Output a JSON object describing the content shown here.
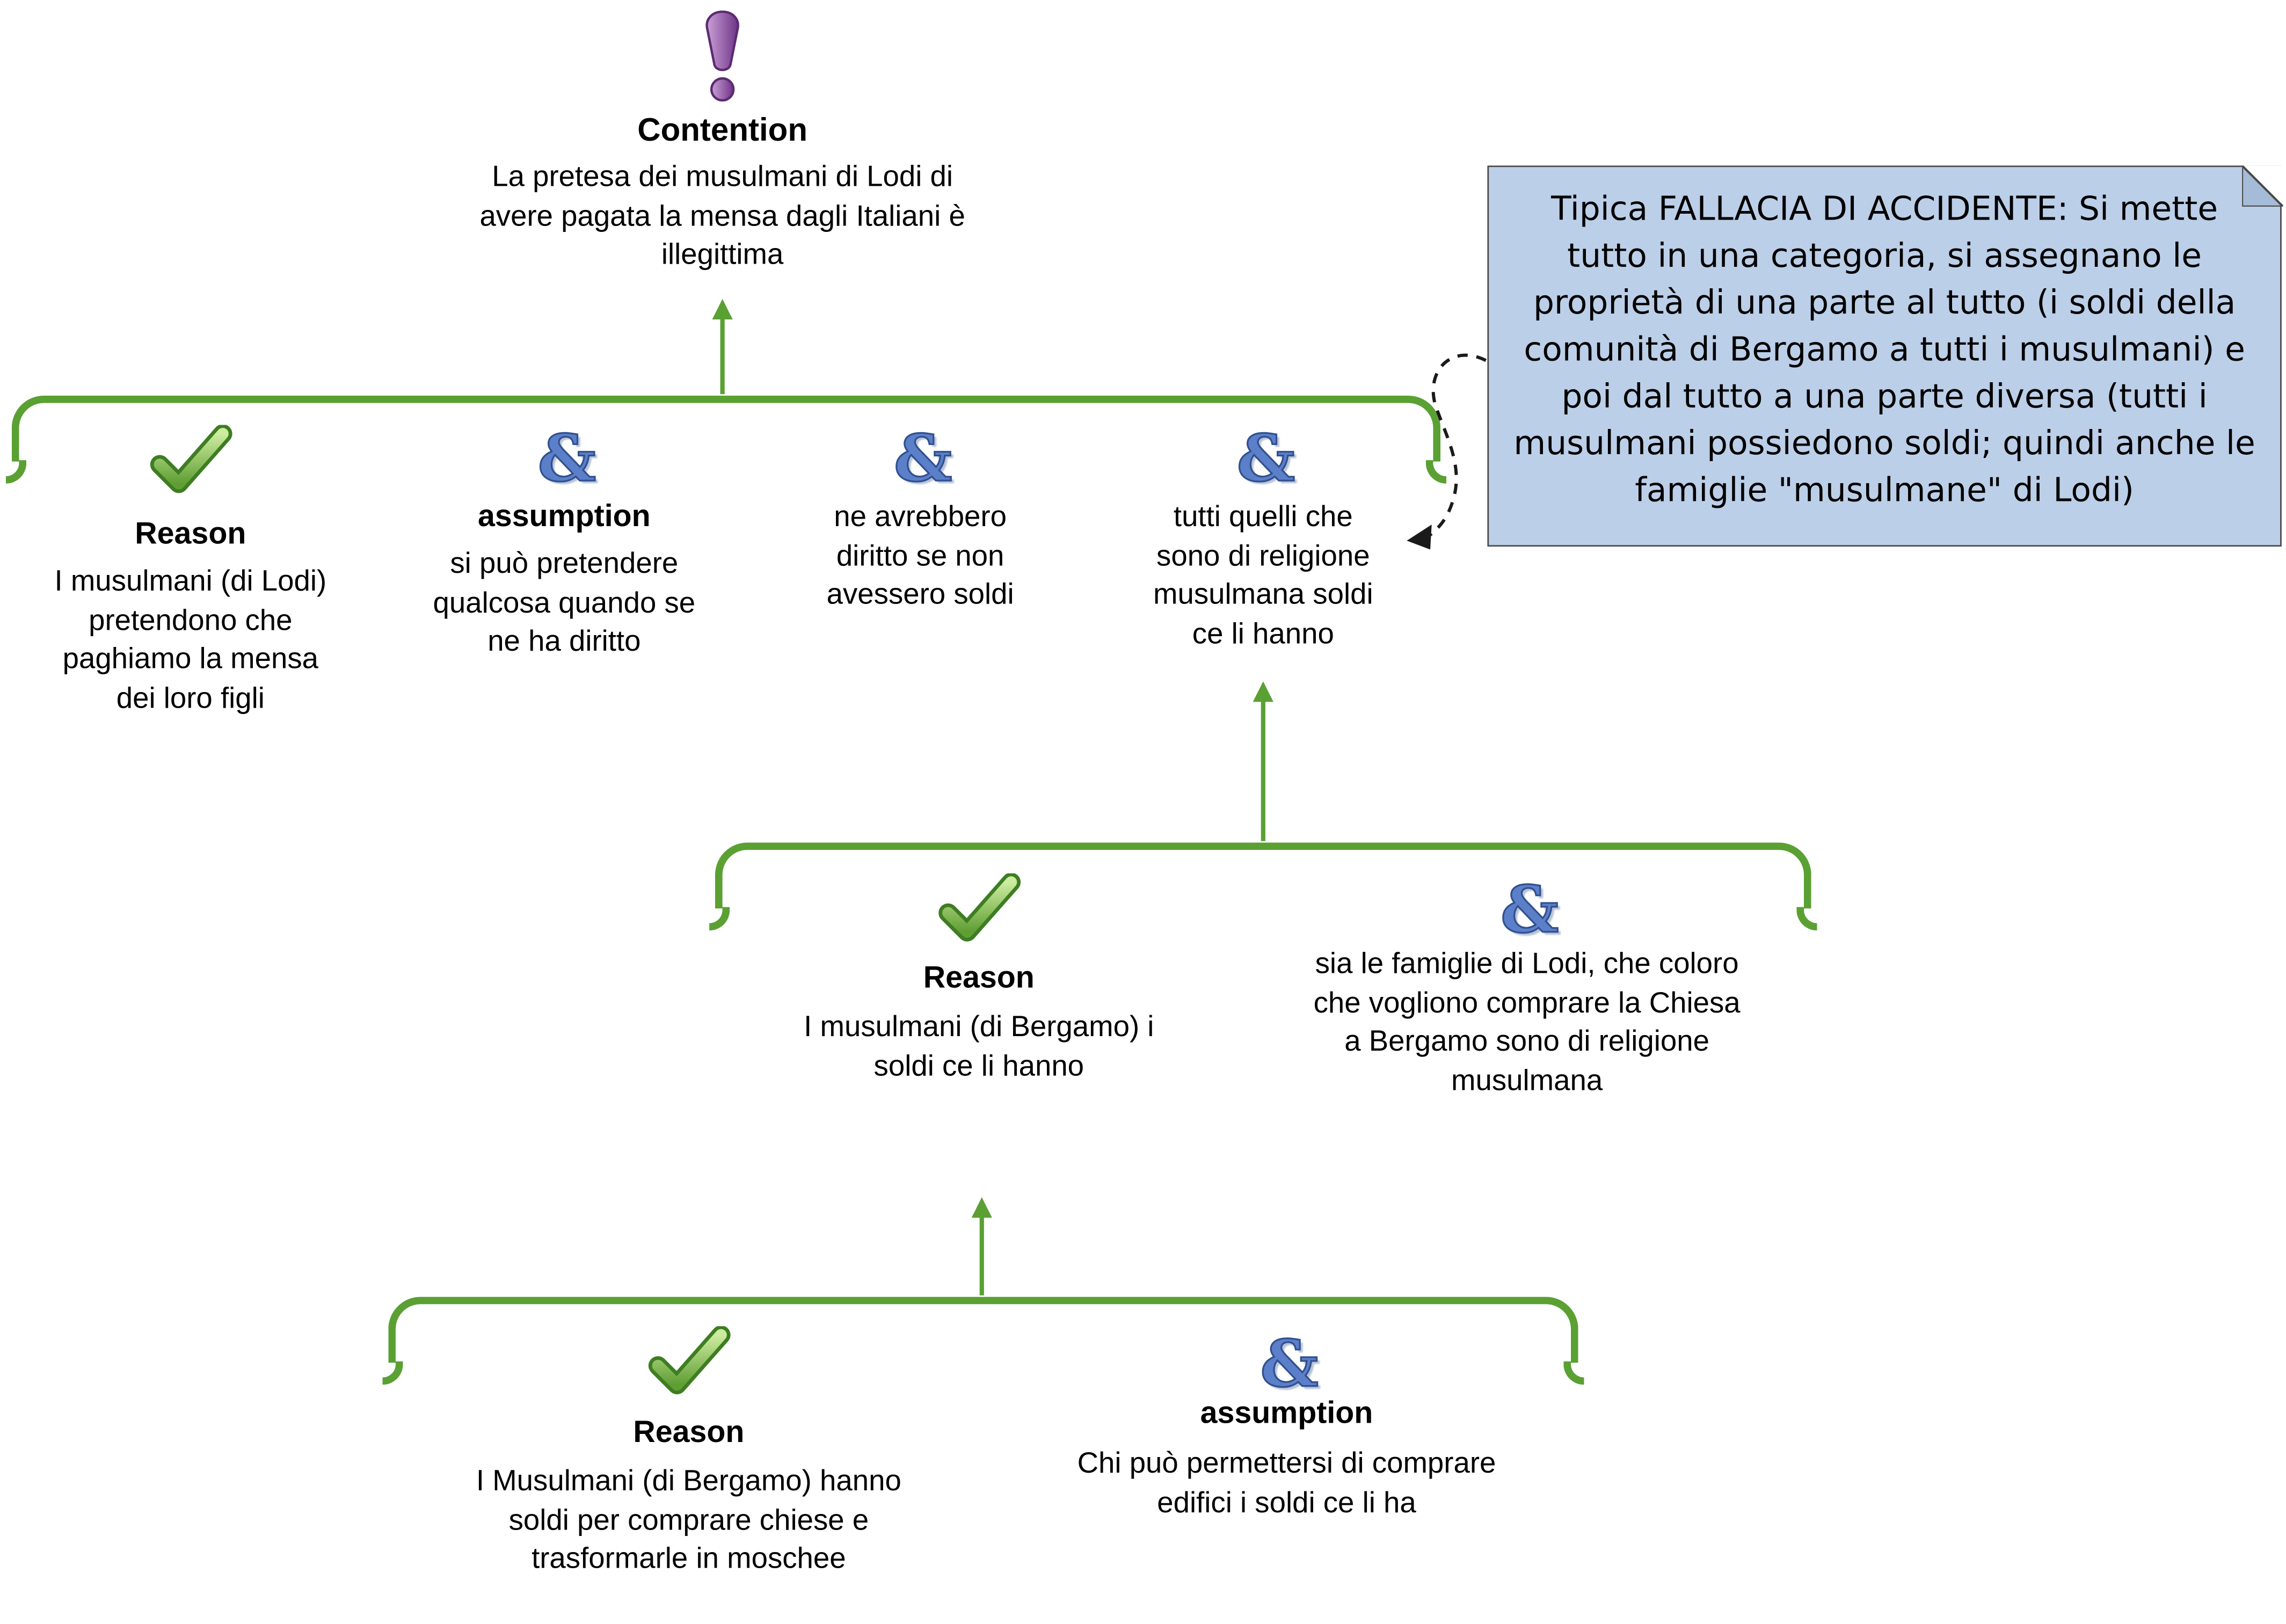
{
  "contention": {
    "label": "Contention",
    "text": "La pretesa dei musulmani di Lodi di avere pagata la mensa dagli Italiani è illegittima"
  },
  "note": {
    "text": "Tipica FALLACIA DI ACCIDENTE: Si mette tutto in una categoria, si assegnano le proprietà di una parte al tutto (i soldi della comunità di Bergamo a tutti i musulmani) e poi dal tutto a una parte diversa  (tutti i musulmani possiedono soldi; quindi anche le famiglie \"musulmane\" di Lodi)"
  },
  "groups": [
    {
      "items": [
        {
          "icon": "check-icon",
          "label": "Reason",
          "text": "I musulmani (di Lodi) pretendono che paghiamo la mensa dei loro figli"
        },
        {
          "icon": "ampersand-icon",
          "label": "assumption",
          "text": "si può pretendere qualcosa quando se ne ha diritto"
        },
        {
          "icon": "ampersand-icon",
          "label": "",
          "text": "ne avrebbero diritto se non avessero soldi"
        },
        {
          "icon": "ampersand-icon",
          "label": "",
          "text": "tutti quelli che sono di religione musulmana  soldi ce li hanno"
        }
      ]
    },
    {
      "items": [
        {
          "icon": "check-icon",
          "label": "Reason",
          "text": "I musulmani (di Bergamo) i soldi ce li hanno"
        },
        {
          "icon": "ampersand-icon",
          "label": "",
          "text": "sia le famiglie di Lodi, che coloro che vogliono comprare la Chiesa a Bergamo sono di religione musulmana"
        }
      ]
    },
    {
      "items": [
        {
          "icon": "check-icon",
          "label": "Reason",
          "text": "I Musulmani (di Bergamo) hanno soldi per comprare chiese e trasformarle in moschee"
        },
        {
          "icon": "ampersand-icon",
          "label": "assumption",
          "text": "Chi può permettersi di comprare edifici i soldi ce li ha"
        }
      ]
    }
  ],
  "icons": {
    "ampersand_glyph": "&"
  },
  "colors": {
    "bracket_green": "#5aa033",
    "check_green": "#5f9e33",
    "ampersand_blue": "#5b80c9",
    "exclamation_purple": "#8a4a9e",
    "note_background": "#bccfe8",
    "note_border": "#4a4a4a"
  }
}
